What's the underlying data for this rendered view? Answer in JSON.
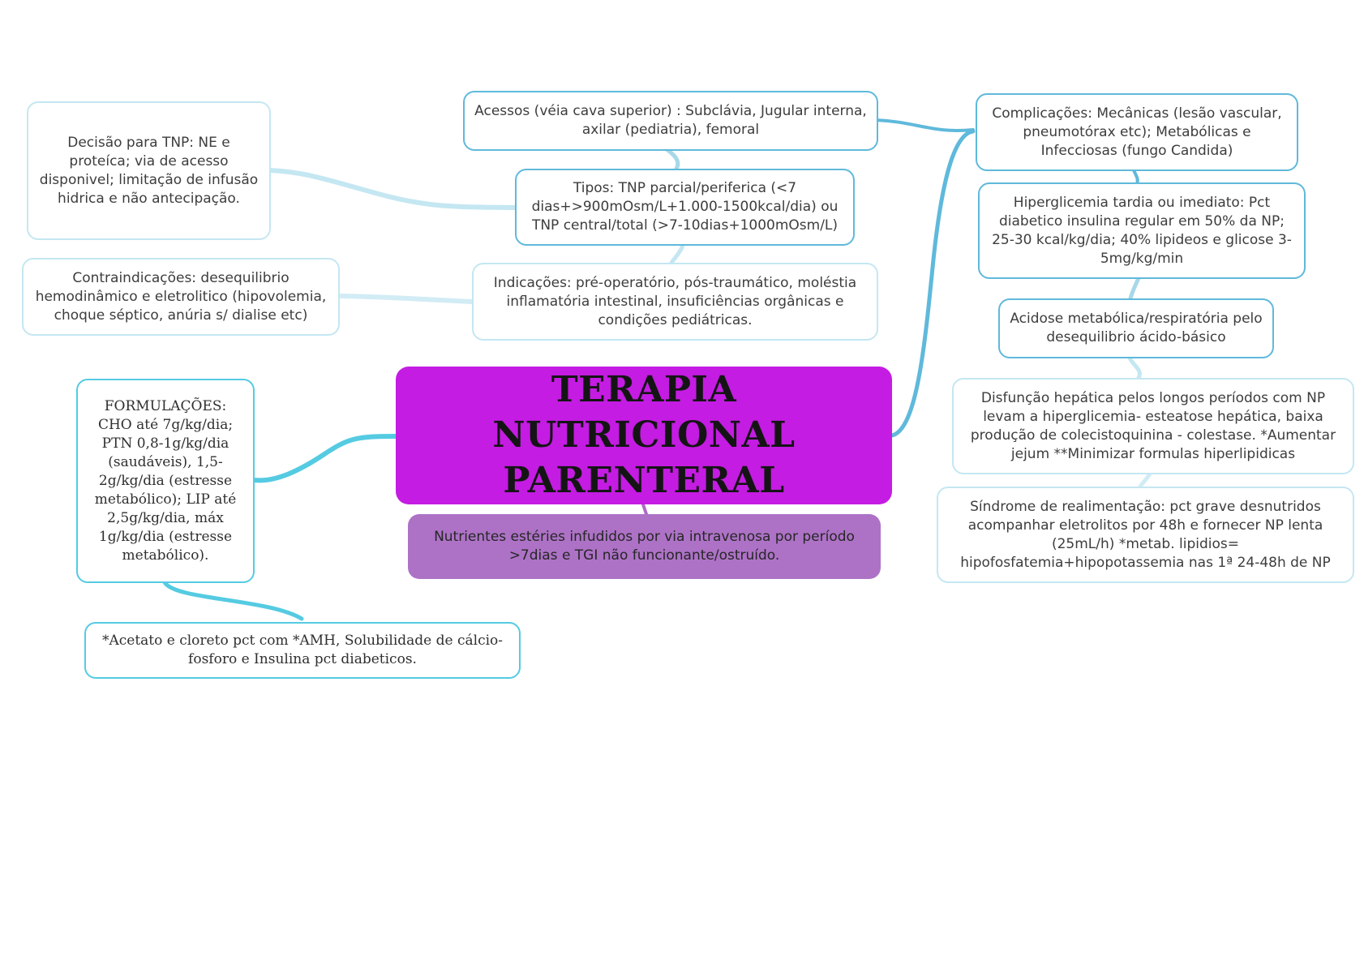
{
  "map": {
    "central_title": "TERAPIA NUTRICIONAL PARENTERAL",
    "central_color": "#c41ce2",
    "summary": "Nutrientes estéries infudidos por via intravenosa por período >7dias e TGI não funcionante/ostruído.",
    "summary_color": "#ad72c6"
  },
  "left": {
    "decisao": "Decisão para TNP: NE e proteíca; via de acesso disponivel; limitação de infusão hidrica e não antecipação.",
    "contraindicacoes": "Contraindicações: desequilibrio hemodinâmico e eletrolitico (hipovolemia, choque séptico, anúria s/ dialise etc)",
    "formulacoes": "FORMULAÇÕES: CHO até 7g/kg/dia; PTN 0,8-1g/kg/dia (saudáveis), 1,5-2g/kg/dia (estresse metabólico); LIP até 2,5g/kg/dia, máx 1g/kg/dia (estresse metabólico).",
    "acetato": "*Acetato e cloreto pct com *AMH, Solubilidade de cálcio-fosforo e Insulina pct diabeticos."
  },
  "center": {
    "acessos": "Acessos (véia cava superior) : Subclávia, Jugular interna, axilar (pediatria), femoral",
    "tipos": "Tipos: TNP parcial/periferica (<7 dias+>900mOsm/L+1.000-1500kcal/dia) ou TNP central/total (>7-10dias+1000mOsm/L)",
    "indicacoes": "Indicações: pré-operatório, pós-traumático, moléstia inflamatória intestinal, insuficiências orgânicas e condições pediátricas."
  },
  "right": {
    "complicacoes": "Complicações: Mecânicas (lesão vascular, pneumotórax etc); Metabólicas e Infecciosas (fungo Candida)",
    "hiperglicemia": "Hiperglicemia tardia ou imediato: Pct diabetico insulina regular em 50% da NP; 25-30 kcal/kg/dia; 40% lipideos e glicose 3-5mg/kg/min",
    "acidose": "Acidose metabólica/respiratória pelo desequilibrio ácido-básico",
    "disfuncao": "Disfunção hepática pelos longos períodos com NP levam a hiperglicemia- esteatose hepática, baixa produção de colecistoquinina - colestase. *Aumentar jejum **Minimizar formulas hiperlipidicas",
    "sindrome": "Síndrome de realimentação: pct grave desnutridos acompanhar eletrolitos por 48h e fornecer NP lenta (25mL/h) *metab. lipidios= hipofosfatemia+hipopotassemia nas 1ª 24-48h de NP"
  }
}
